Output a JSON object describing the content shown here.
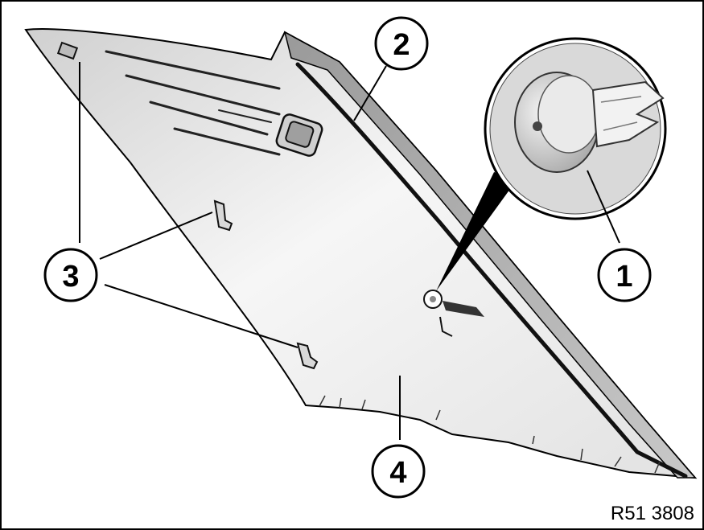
{
  "callouts": [
    {
      "id": "1",
      "label": "1"
    },
    {
      "id": "2",
      "label": "2"
    },
    {
      "id": "3",
      "label": "3"
    },
    {
      "id": "4",
      "label": "4"
    }
  ],
  "figure_code": "R51 3808",
  "colors": {
    "outline": "#000000",
    "panel_light": "#f4f4f4",
    "panel_dark": "#bdbdbd",
    "background": "#ffffff"
  }
}
